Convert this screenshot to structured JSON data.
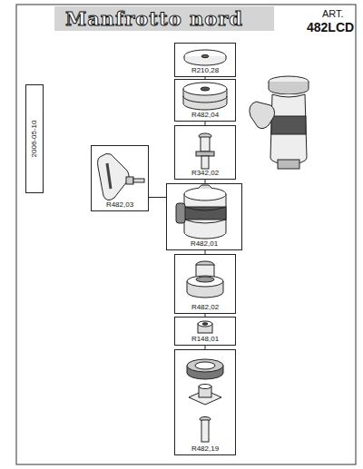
{
  "diagram": {
    "title": "Manfrotto nord",
    "nodes": [
      {
        "text": [
          "R210,28"
        ]
      },
      {
        "text": [
          "R482,04"
        ]
      },
      {
        "text": [
          "2006-05-10"
        ]
      },
      {
        "text": [
          "R342,02"
        ]
      },
      {
        "text": [
          "R482,03"
        ]
      },
      {
        "text": [
          "R482,01"
        ]
      },
      {
        "text": [
          "R482,02"
        ]
      },
      {
        "text": [
          "R148,01"
        ]
      },
      {
        "text": [
          "R482,19"
        ]
      }
    ],
    "edges": [
      {
        "from": 0,
        "to": 1,
        "arrow": "none"
      },
      {
        "from": 1,
        "to": 3,
        "arrow": "none"
      },
      {
        "from": 3,
        "to": 5,
        "arrow": "none"
      },
      {
        "from": 4,
        "to": 5,
        "arrow": "none"
      },
      {
        "from": 5,
        "to": 6,
        "arrow": "none"
      },
      {
        "from": 6,
        "to": 7,
        "arrow": "none"
      },
      {
        "from": 7,
        "to": 8,
        "arrow": "none"
      }
    ],
    "labels": [
      "ART.",
      "482LCD"
    ]
  }
}
